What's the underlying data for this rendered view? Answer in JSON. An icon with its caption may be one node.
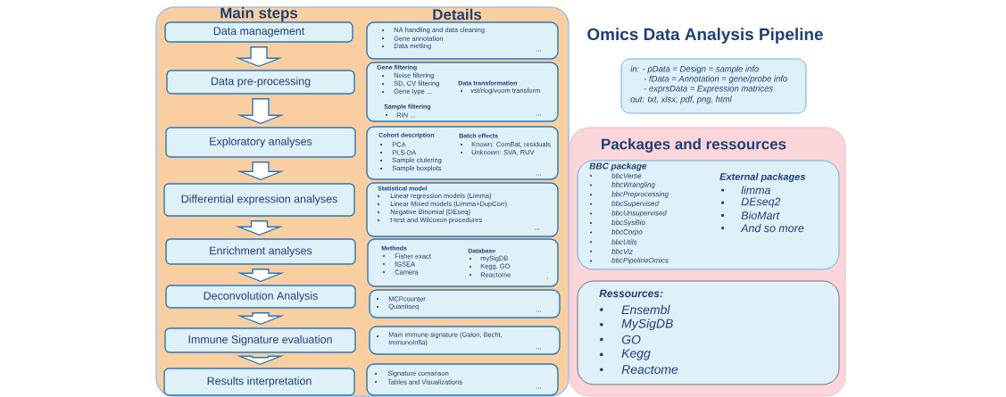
{
  "diagram": {
    "title": "Omics Data Analysis Pipeline",
    "nodes": [
      {
        "text": [
          "Main steps",
          "Details"
        ]
      },
      {
        "text": [
          "Data management"
        ],
        "in": 0
      },
      {
        "text": [
          "Data pre-processing"
        ],
        "in": 0
      },
      {
        "text": [
          "Exploratory analyses"
        ],
        "in": 0
      },
      {
        "text": [
          "Differential expression analyses"
        ],
        "in": 0
      },
      {
        "text": [
          "Enrichment analyses"
        ],
        "in": 0
      },
      {
        "text": [
          "Deconvolution Analysis"
        ],
        "in": 0
      },
      {
        "text": [
          "Immune Signature evaluation"
        ],
        "in": 0
      },
      {
        "text": [
          "Results interpretation"
        ],
        "in": 0
      },
      {
        "text": [
          "NA handling and data cleaning",
          "Gene annotation",
          "Data metling",
          "..."
        ],
        "in": 0
      },
      {
        "text": [
          "Gene filtering",
          "Noise filtering",
          "SD, CV filtering",
          "Gene type ...",
          "Data transformation",
          "vst/rlog/voom transform",
          "Sample filtering",
          "RIN ...",
          "..."
        ],
        "in": 0
      },
      {
        "text": [
          "Cohort description",
          "PCA",
          "PLS-DA",
          "Sample clutering",
          "Sample boxplots",
          "Batch effects",
          "Known: ComBat, residuals",
          "Unknown: SVA, RUV",
          "..."
        ],
        "in": 0
      },
      {
        "text": [
          "Statistical model",
          "Linear regression models (Limma)",
          "Linear Mixed models (Limma+DupCorr)",
          "Negative Binomial (DEseq)",
          "t-test and Wilcoxon procedures",
          "..."
        ],
        "in": 0
      },
      {
        "text": [
          "Methods",
          "Fisher exact",
          "fGSEA",
          "Camera",
          "Database",
          "mySigDB",
          "Kegg, GO",
          "Reactome",
          "."
        ],
        "in": 0
      },
      {
        "text": [
          "MCPcounter",
          "Quantiseq",
          "..."
        ],
        "in": 0
      },
      {
        "text": [
          "Main immune signature (Galon, Becht, ImmunoInfla)",
          "..."
        ],
        "in": 0
      },
      {
        "text": [
          "Signature comarison",
          "Tables and Visualizations",
          "..."
        ],
        "in": 0
      },
      {
        "text": [
          "in: - pData = Design = sample info",
          "- fData = Annotation = gene/probe info",
          "- exprsData = Expression matrices",
          "out: txt, xlsx, pdf, png, html"
        ]
      },
      {
        "text": [
          "Packages and ressources"
        ]
      },
      {
        "text": [
          "BBC package",
          "bbcVerse",
          "bbcWrangling",
          "bbcPreprocessing",
          "bbcSupervised",
          "bbcUnsupervised",
          "bbcSysBio",
          "bbcCorpo",
          "bbcUtils",
          "bbcViz",
          "bbcPipelineOmics",
          "External packages",
          "limma",
          "DEseq2",
          "BioMart",
          "And so more"
        ],
        "in": 18
      },
      {
        "text": [
          "Ressources:",
          "Ensembl",
          "MySigDB",
          "GO",
          "Kegg",
          "Reactome"
        ],
        "in": 18
      }
    ],
    "edges": [
      {
        "from": 1,
        "to": 2,
        "arrow": "to"
      },
      {
        "from": 2,
        "to": 3,
        "arrow": "to"
      },
      {
        "from": 3,
        "to": 4,
        "arrow": "to"
      },
      {
        "from": 4,
        "to": 5,
        "arrow": "to"
      },
      {
        "from": 5,
        "to": 6,
        "arrow": "to"
      },
      {
        "from": 6,
        "to": 7,
        "arrow": "to"
      },
      {
        "from": 7,
        "to": 8,
        "arrow": "to"
      }
    ]
  }
}
